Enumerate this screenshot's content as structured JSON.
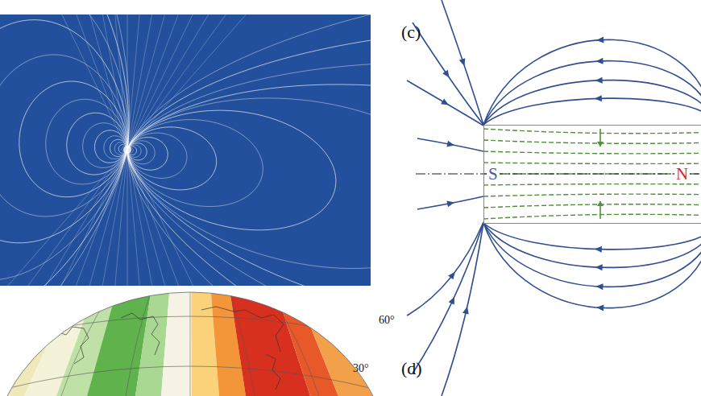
{
  "diagram": {
    "nodes": [
      {
        "text": [
          "S",
          "N"
        ]
      }
    ],
    "labels": [
      "(c)",
      "60°",
      "30°",
      "(d)"
    ]
  }
}
